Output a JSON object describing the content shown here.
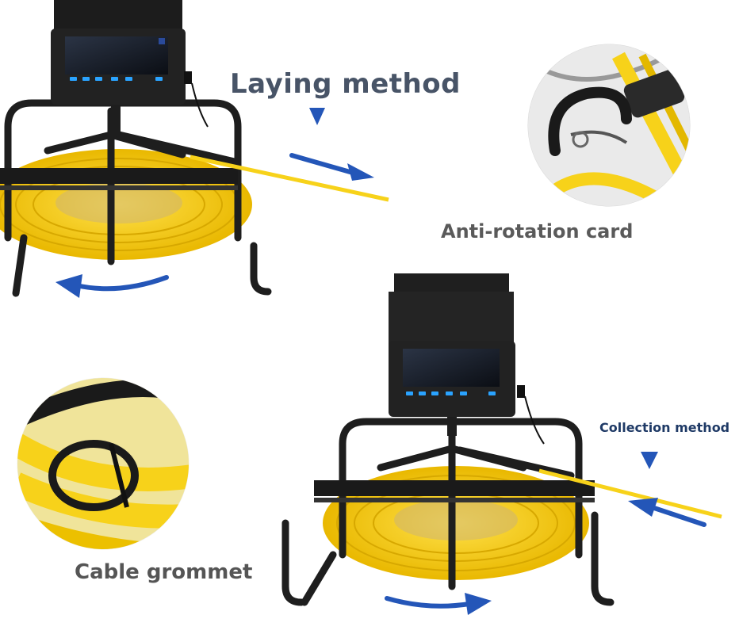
{
  "labels": {
    "laying_method": "Laying method",
    "anti_rotation_card": "Anti-rotation card",
    "collection_method": "Collection method",
    "cable_grommet": "Cable grommet"
  },
  "colors": {
    "cable_yellow": "#f7d21a",
    "frame_black": "#1e1e1e",
    "arrow_blue": "#2456b8",
    "screen_dark": "#14181f",
    "button_cyan": "#2aa3ff"
  },
  "icons": [
    "down-arrow-icon",
    "direction-arrow-icon",
    "rotation-arrow-icon"
  ]
}
